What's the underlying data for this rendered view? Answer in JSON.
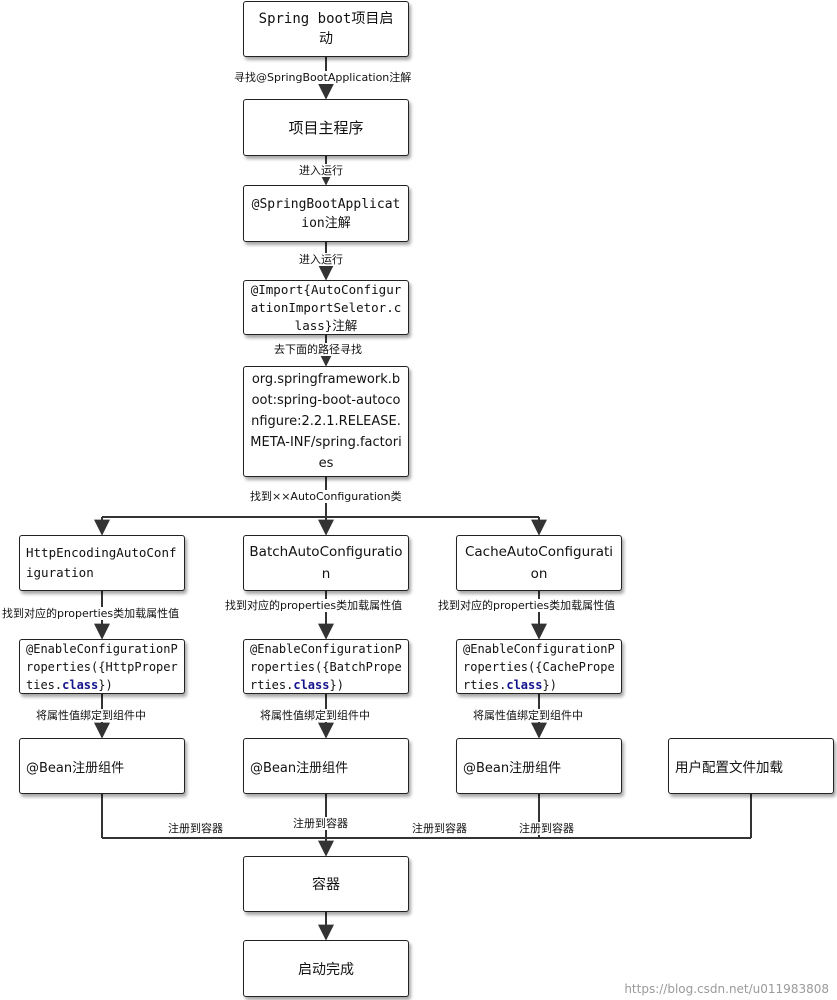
{
  "nodes": {
    "start": "Spring boot项目启动",
    "main_program": "项目主程序",
    "annotation": "@SpringBootApplication注解",
    "import_selector": "@Import{AutoConfigurationImportSeletor.class}注解",
    "factories_path": "org.springframework.boot:spring-boot-autoconfigure:2.2.1.RELEASE.META-INF/spring.factories",
    "http_autoconfig": "HttpEncodingAutoConfiguration",
    "batch_autoconfig": "BatchAutoConfiguration",
    "cache_autoconfig": "CacheAutoConfiguration",
    "http_props_prefix": "@EnableConfigurationProperties({HttpProperties.",
    "batch_props_prefix": "@EnableConfigurationProperties({BatchProperties.",
    "cache_props_prefix": "@EnableConfigurationProperties({CacheProperties.",
    "props_class_kw": "class",
    "props_suffix": "})",
    "bean_register": "@Bean注册组件",
    "user_config": "用户配置文件加载",
    "container": "容器",
    "done": "启动完成"
  },
  "edges": {
    "find_annotation": "寻找@SpringBootApplication注解",
    "enter_run_1": "进入运行",
    "enter_run_2": "进入运行",
    "search_path": "去下面的路径寻找",
    "find_autoconfig": "找到××AutoConfiguration类",
    "find_props": "找到对应的properties类加载属性值",
    "bind_props": "将属性值绑定到组件中",
    "register_container": "注册到容器"
  },
  "watermark": "https://blog.csdn.net/u011983808"
}
